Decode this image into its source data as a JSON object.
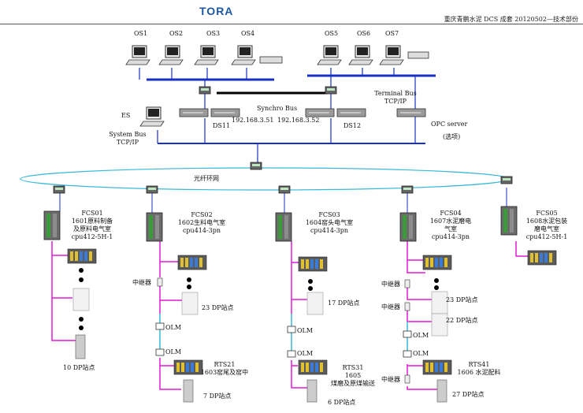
{
  "header": {
    "logo_text": "TORA",
    "doc_title": "重庆青鹏水泥 DCS 成套 20120502—技术部份"
  },
  "os_stations": [
    "OS1",
    "OS2",
    "OS3",
    "OS4",
    "OS5",
    "OS6",
    "OS7"
  ],
  "es": {
    "label": "ES"
  },
  "system_bus": {
    "line1": "System Bus",
    "line2": "TCP/IP"
  },
  "terminal_bus": {
    "line1": "Terminal Bus",
    "line2": "TCP/IP"
  },
  "synchro_bus": "Synchro Bus",
  "servers": {
    "ds11": {
      "name": "DS11",
      "ip": "192.168.3.51"
    },
    "ds12": {
      "name": "DS12",
      "ip": "192.168.3.52"
    },
    "opc": {
      "name": "OPC server",
      "note": "(选项)"
    }
  },
  "fiber_ring": "光纤环网",
  "fcs": [
    {
      "name": "FCS01",
      "l1": "1601原料制备",
      "l2": "及原料电气室",
      "l3": "cpu412-5H-1",
      "bottom": "10 DP站点"
    },
    {
      "name": "FCS02",
      "l1": "1602生料电气室",
      "l2": "cpu414-3pn",
      "dp": "23 DP站点",
      "rts": "RTS21",
      "rts_l1": "1603窑尾及窑中",
      "rts_bottom": "7  DP站点"
    },
    {
      "name": "FCS03",
      "l1": "1604窑头电气室",
      "l2": "cpu414-3pn",
      "dp": "17 DP站点",
      "rts": "RTS31",
      "rts_l1": "1605",
      "rts_l2": "煤磨及原煤输送",
      "rts_bottom": "6 DP站点"
    },
    {
      "name": "FCS04",
      "l1": "1607水泥磨电",
      "l2": "气室",
      "l3": "cpu414-3pn",
      "dp1": "23 DP站点",
      "dp2": "22 DP站点",
      "rts": "RTS41",
      "rts_l1": "1606 水泥配料",
      "rts_bottom": "27 DP站点"
    },
    {
      "name": "FCS05",
      "l1": "1608水泥包装",
      "l2": "磨电气室",
      "l3": "cpu412-5H-1"
    }
  ],
  "olm": "OLM",
  "repeater": "中继器"
}
